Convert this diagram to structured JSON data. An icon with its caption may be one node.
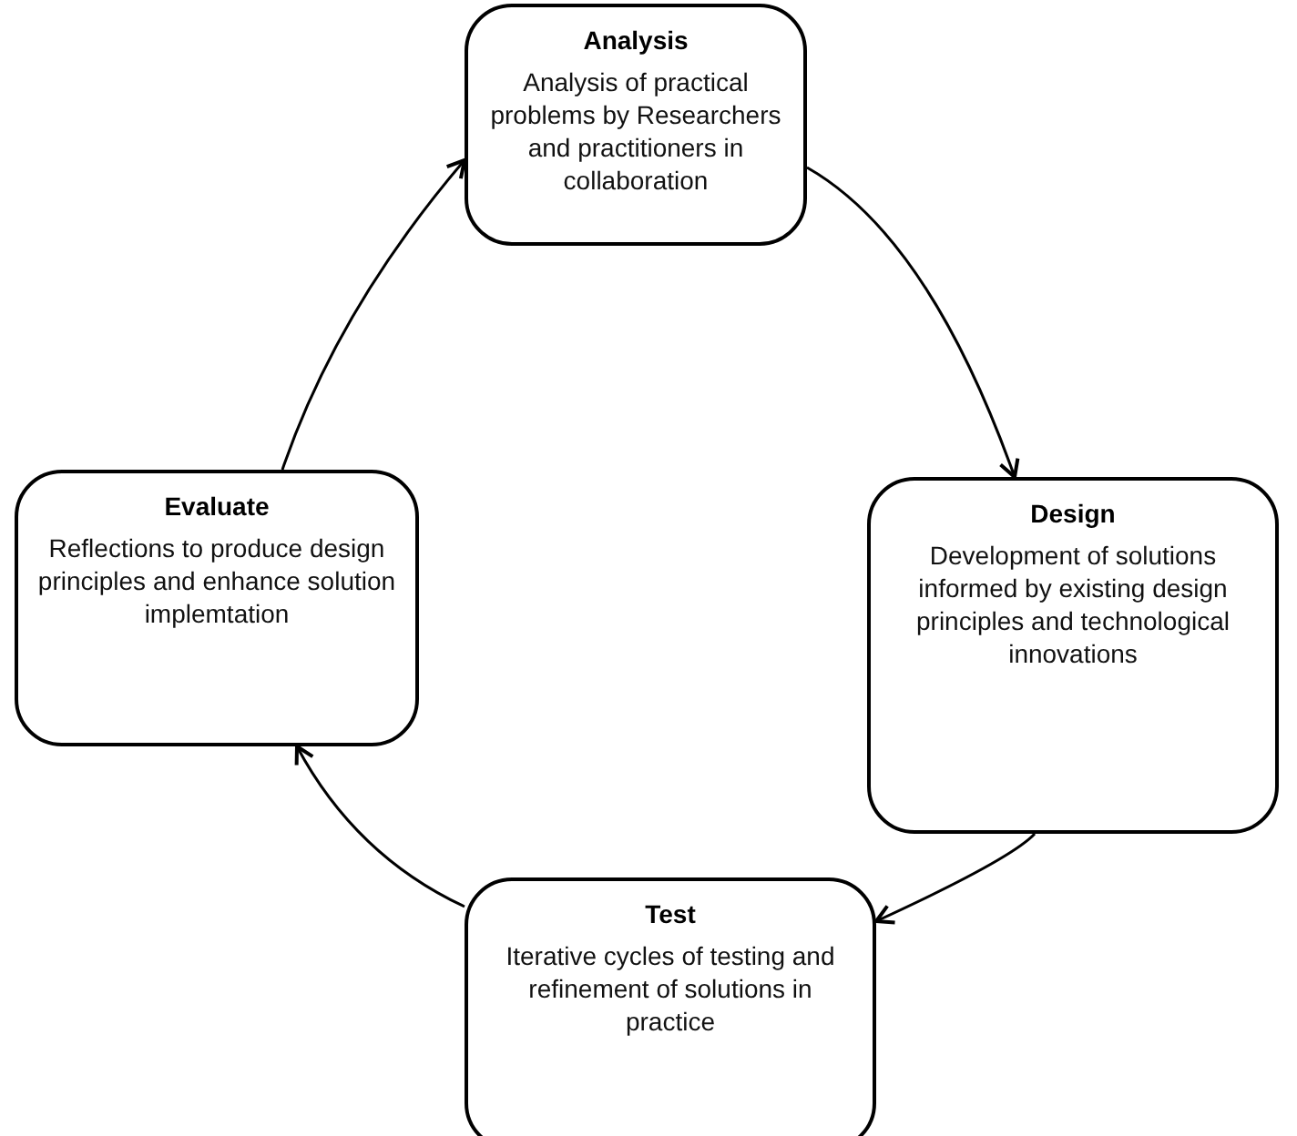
{
  "diagram": {
    "nodes": [
      {
        "text": [
          "Analysis",
          "Analysis of practical problems by Researchers and practitioners in collaboration"
        ]
      },
      {
        "text": [
          "Design",
          "Development of solutions informed by existing design principles and technological innovations"
        ]
      },
      {
        "text": [
          "Test",
          "Iterative cycles of testing and refinement of solutions in practice"
        ]
      },
      {
        "text": [
          "Evaluate",
          "Reflections to produce design principles and enhance solution implemtation"
        ]
      }
    ],
    "edges": [
      {
        "from": 0,
        "to": 1,
        "arrow": "to"
      },
      {
        "from": 1,
        "to": 2,
        "arrow": "to"
      },
      {
        "from": 2,
        "to": 3,
        "arrow": "to"
      },
      {
        "from": 3,
        "to": 0,
        "arrow": "to"
      }
    ]
  }
}
